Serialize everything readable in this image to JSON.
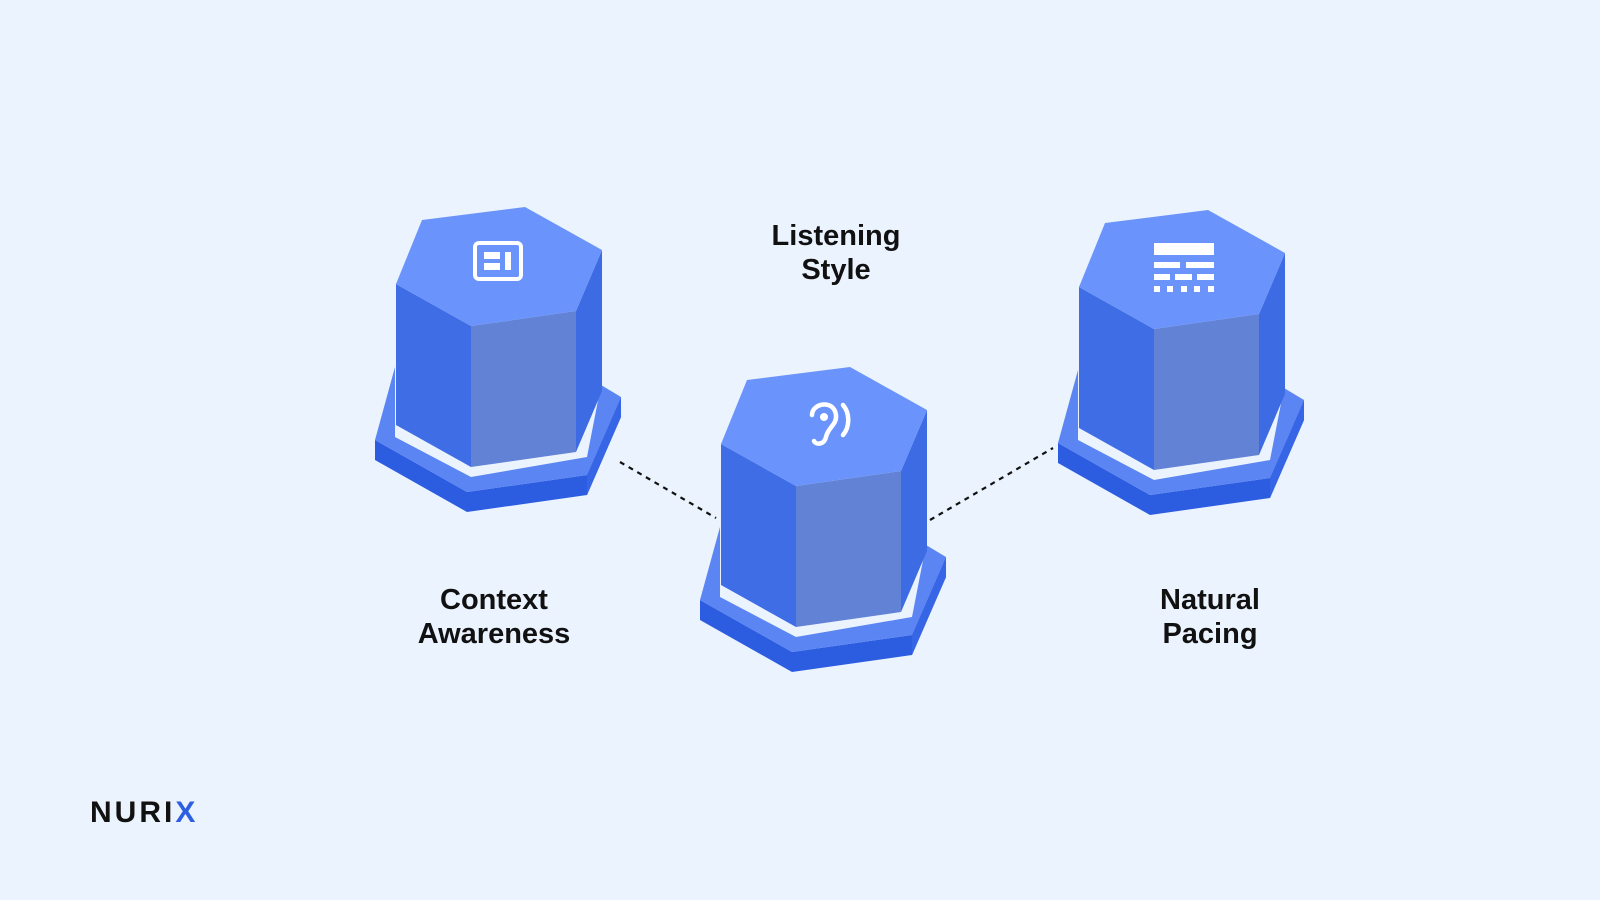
{
  "nodes": [
    {
      "id": "context",
      "label_line1": "Context",
      "label_line2": "Awareness",
      "icon": "layout-panel-icon"
    },
    {
      "id": "listening",
      "label_line1": "Listening",
      "label_line2": "Style",
      "icon": "ear-icon"
    },
    {
      "id": "pacing",
      "label_line1": "Natural",
      "label_line2": "Pacing",
      "icon": "keyboard-pattern-icon"
    }
  ],
  "connectors": [
    {
      "from": "context",
      "to": "listening",
      "style": "dashed"
    },
    {
      "from": "listening",
      "to": "pacing",
      "style": "dashed"
    }
  ],
  "colors": {
    "background": "#ebf3fe",
    "top_face": "#6a94fb",
    "left_face": "#3f6de6",
    "front_face": "#6282d6",
    "right_face": "#3c6be3",
    "base_top": "#5a85f2",
    "base_side": "#2c5de0",
    "base_side_right": "#3665e6",
    "text": "#111111",
    "logo_accent": "#2e5fe0"
  },
  "logo": {
    "text_main": "NURI",
    "text_accent": "X"
  }
}
